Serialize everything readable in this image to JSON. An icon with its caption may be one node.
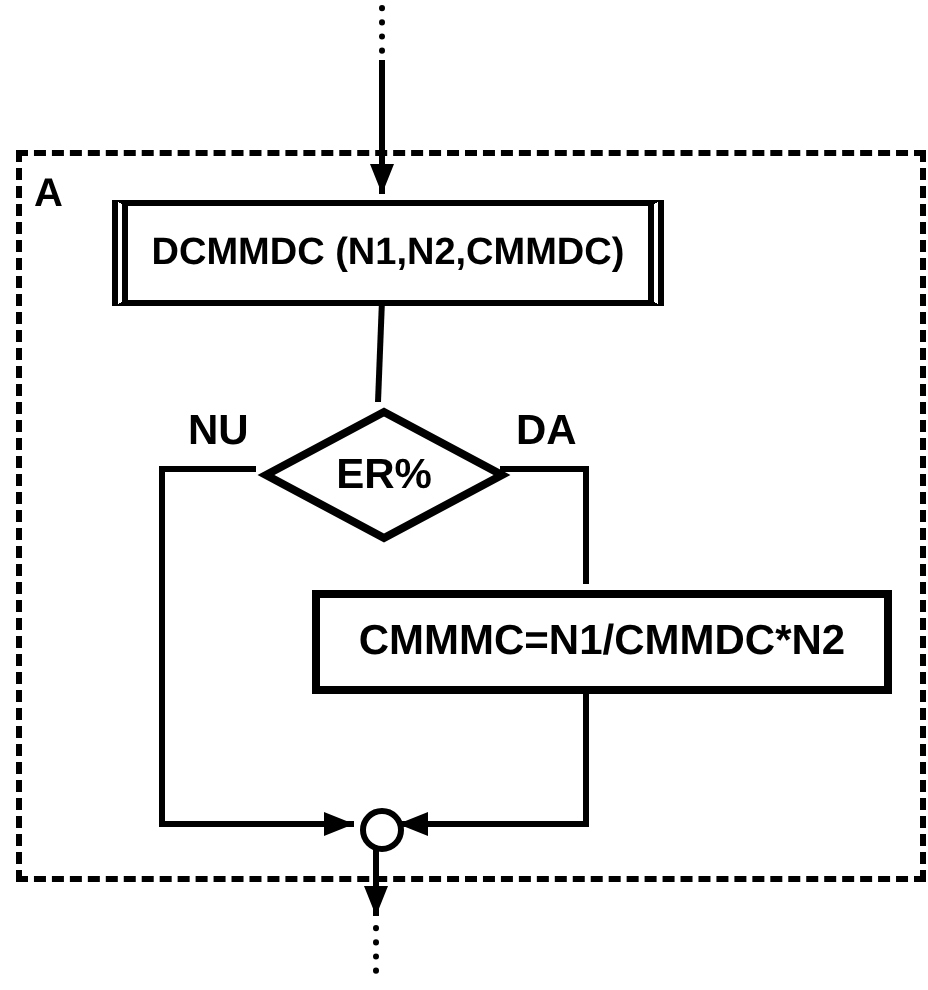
{
  "diagram": {
    "nodes": [
      {
        "text": [
          "A"
        ]
      },
      {
        "text": [
          "DCMMDC (N1,N2,CMMDC)"
        ],
        "in": 0
      },
      {
        "text": [
          "ER%"
        ],
        "in": 0
      },
      {
        "text": [
          "CMMMC=N1/CMMDC*N2"
        ],
        "in": 0
      },
      {
        "text": [],
        "shape": "circle",
        "in": 0
      }
    ],
    "edges": [
      {
        "from": null,
        "to": 1,
        "arrow": "to"
      },
      {
        "from": 1,
        "to": 2,
        "arrow": "none"
      },
      {
        "from": 2,
        "to": 4,
        "label": "NU",
        "arrow": "to"
      },
      {
        "from": 2,
        "to": 3,
        "label": "DA",
        "arrow": "none"
      },
      {
        "from": 3,
        "to": 4,
        "arrow": "to"
      },
      {
        "from": 4,
        "to": null,
        "arrow": "to"
      }
    ]
  }
}
